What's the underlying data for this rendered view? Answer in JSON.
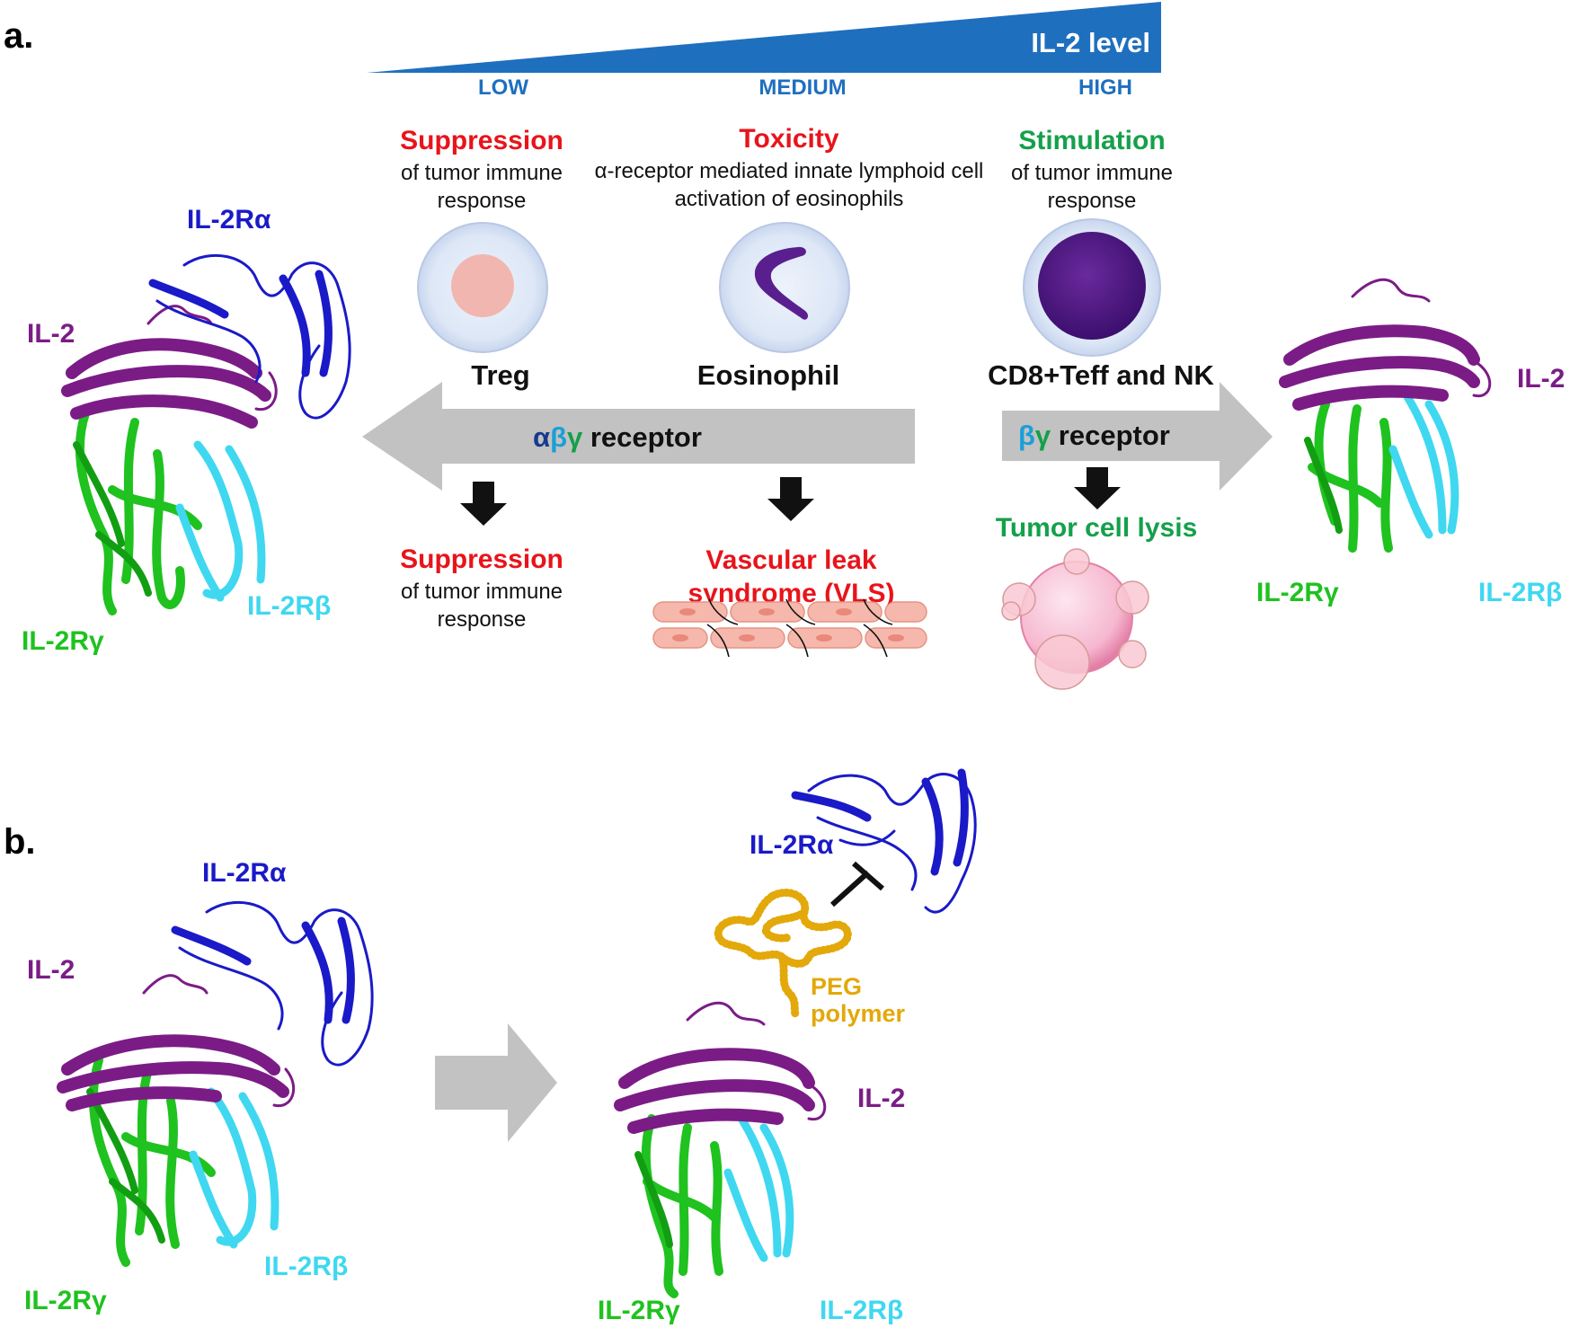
{
  "panel_a": {
    "label": "a.",
    "gradient_label": "IL-2 level",
    "levels": {
      "low": "LOW",
      "medium": "MEDIUM",
      "high": "HIGH"
    },
    "col_low": {
      "heading": "Suppression",
      "text": "of tumor immune response",
      "cell": "Treg"
    },
    "col_medium": {
      "heading": "Toxicity",
      "text": "α-receptor mediated innate lymphoid cell activation of eosinophils",
      "cell": "Eosinophil"
    },
    "col_high": {
      "heading": "Stimulation",
      "text": "of tumor immune response",
      "cell": "CD8+Teff and NK"
    },
    "receptor_left": {
      "alpha": "α",
      "beta": "β",
      "gamma": "γ",
      "word": " receptor"
    },
    "receptor_right": {
      "beta": "β",
      "gamma": "γ",
      "word": " receptor"
    },
    "outcome_low": {
      "heading": "Suppression",
      "text": "of tumor immune response"
    },
    "outcome_medium": {
      "heading": "Vascular leak syndrome (VLS)"
    },
    "outcome_high": {
      "heading": "Tumor cell lysis"
    },
    "left_structure": {
      "alpha": "IL-2Rα",
      "il2": "IL-2",
      "beta": "IL-2Rβ",
      "gamma": "IL-2Rγ"
    },
    "right_structure": {
      "il2": "IL-2",
      "beta": "IL-2Rβ",
      "gamma": "IL-2Rγ"
    }
  },
  "panel_b": {
    "label": "b.",
    "left_structure": {
      "alpha": "IL-2Rα",
      "il2": "IL-2",
      "beta": "IL-2Rβ",
      "gamma": "IL-2Rγ"
    },
    "right_structure": {
      "alpha": "IL-2Rα",
      "il2": "IL-2",
      "beta": "IL-2Rβ",
      "gamma": "IL-2Rγ",
      "peg_line1": "PEG",
      "peg_line2": "polymer"
    }
  },
  "colors": {
    "il2": "#7b1c86",
    "alpha": "#1a1ac8",
    "beta": "#3fd8f0",
    "gamma": "#1fc21f",
    "peg": "#e3a80a",
    "gradient": "#1f6fbf",
    "arrow": "#c2c2c2",
    "heading_red": "#e8141b",
    "heading_green": "#15a04b"
  }
}
